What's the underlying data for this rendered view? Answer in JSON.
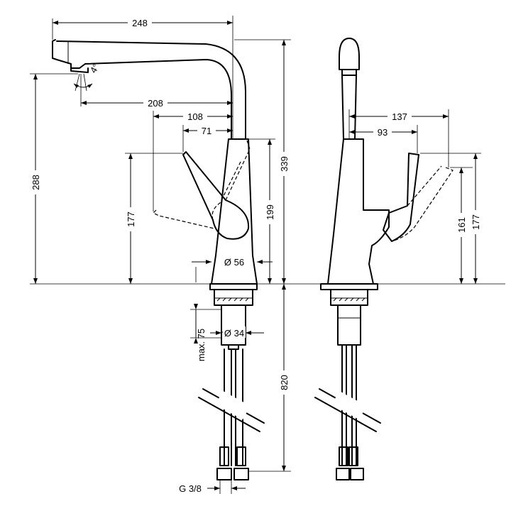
{
  "drawing": {
    "dimensions": {
      "spout_reach_total": "248",
      "spout_tilt_angle": "4°",
      "spout_reach_front": "208",
      "handle_reach_open": "108",
      "handle_reach_closed": "71",
      "spout_height": "288",
      "total_height": "339",
      "handle_height_left": "177",
      "body_height": "199",
      "base_diameter": "Ø 56",
      "max_deck_thickness": "max. 75",
      "hole_diameter": "Ø 34",
      "hose_length": "820",
      "connection_thread": "G 3/8",
      "side_handle_reach_open": "137",
      "side_handle_reach_closed": "93",
      "side_handle_height_closed": "161",
      "side_handle_height_open": "177"
    }
  }
}
